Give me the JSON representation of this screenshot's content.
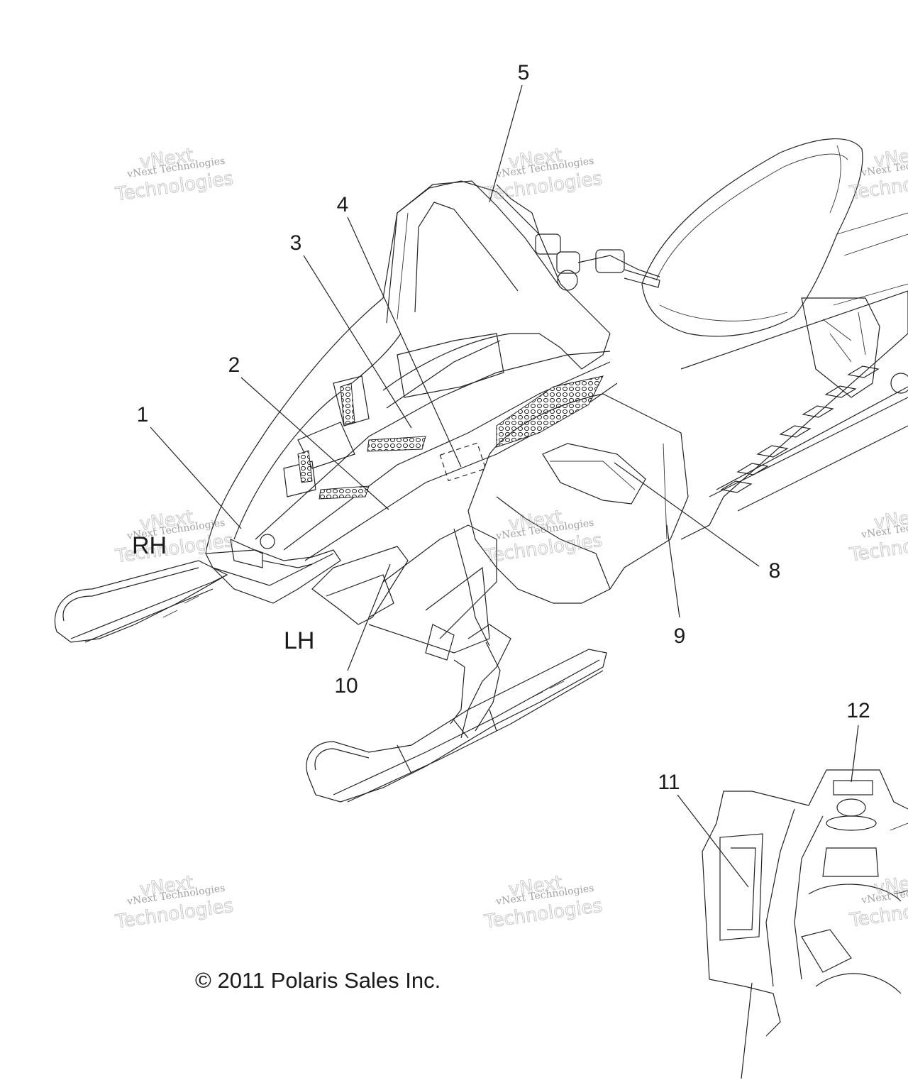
{
  "callouts": {
    "c1": "1",
    "c2": "2",
    "c3": "3",
    "c4": "4",
    "c5": "5",
    "c8": "8",
    "c9": "9",
    "c10": "10",
    "c11": "11",
    "c12": "12"
  },
  "side_labels": {
    "rh": "RH",
    "lh": "LH"
  },
  "copyright": "© 2011 Polaris Sales Inc.",
  "watermark": {
    "line_small": "vNext Technologies",
    "line_big_1": "vNext",
    "line_big_2": "Technologies"
  }
}
